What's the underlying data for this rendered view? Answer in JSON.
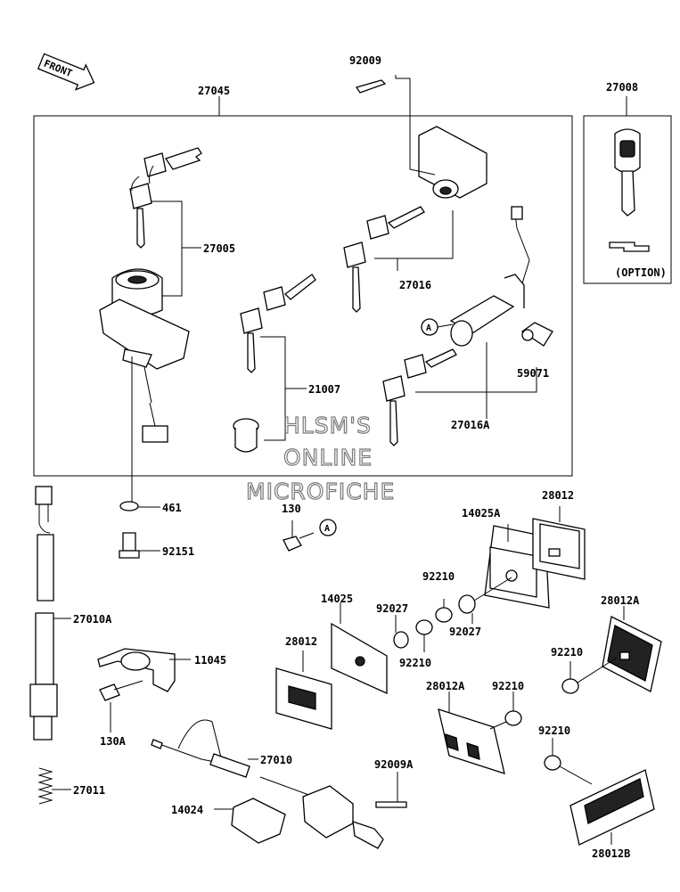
{
  "front_arrow": "FRONT",
  "option_label": "(OPTION)",
  "circle_ref": "A",
  "watermark": [
    "HLSM'S",
    "ONLINE",
    "MICROFICHE"
  ],
  "labels": {
    "p27045": "27045",
    "p92009": "92009",
    "p27008": "27008",
    "p27005": "27005",
    "p27016": "27016",
    "p21007": "21007",
    "p59071": "59071",
    "p27016A": "27016A",
    "p461": "461",
    "p92151": "92151",
    "p130": "130",
    "p14025A": "14025A",
    "p28012_top": "28012",
    "p92210_a": "92210",
    "p92027_a": "92027",
    "p14025": "14025",
    "p92027_b": "92027",
    "p28012_mid": "28012",
    "p92210_b": "92210",
    "p28012A_right": "28012A",
    "p92210_c": "92210",
    "p27010A": "27010A",
    "p11045": "11045",
    "p130A": "130A",
    "p28012A_mid": "28012A",
    "p92210_d": "92210",
    "p92210_e": "92210",
    "p27010": "27010",
    "p92009A": "92009A",
    "p27011": "27011",
    "p14024": "14024",
    "p28012B": "28012B"
  }
}
